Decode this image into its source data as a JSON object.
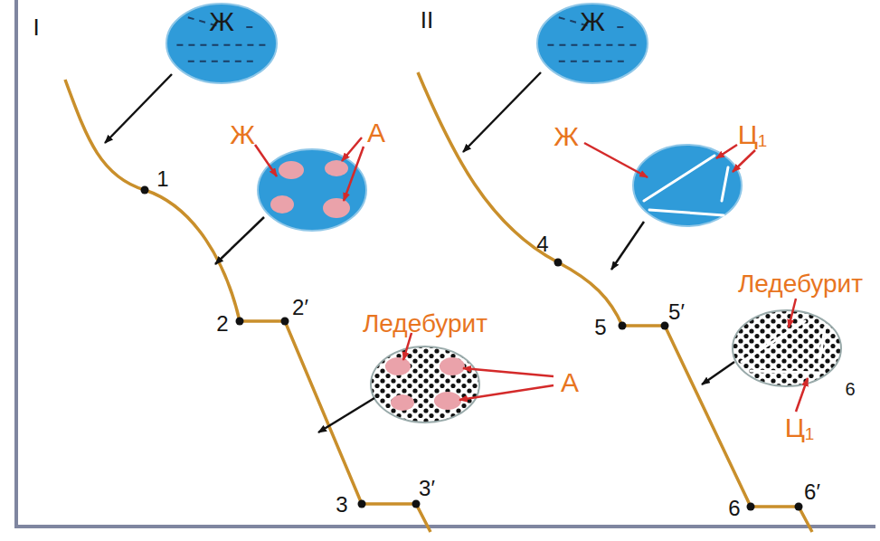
{
  "diagram": {
    "nodes": [
      {
        "text": [
          "Ж"
        ]
      },
      {
        "text": [
          "Ж"
        ]
      }
    ],
    "labels": [
      "I",
      "II",
      "1",
      "Ж",
      "А",
      "2",
      "2′",
      "Ледебурит",
      "А",
      "3",
      "3′",
      "4",
      "Ж",
      "Ц₁",
      "5",
      "5′",
      "Ледебурит",
      "6",
      "Ц₁",
      "6",
      "6′"
    ]
  }
}
